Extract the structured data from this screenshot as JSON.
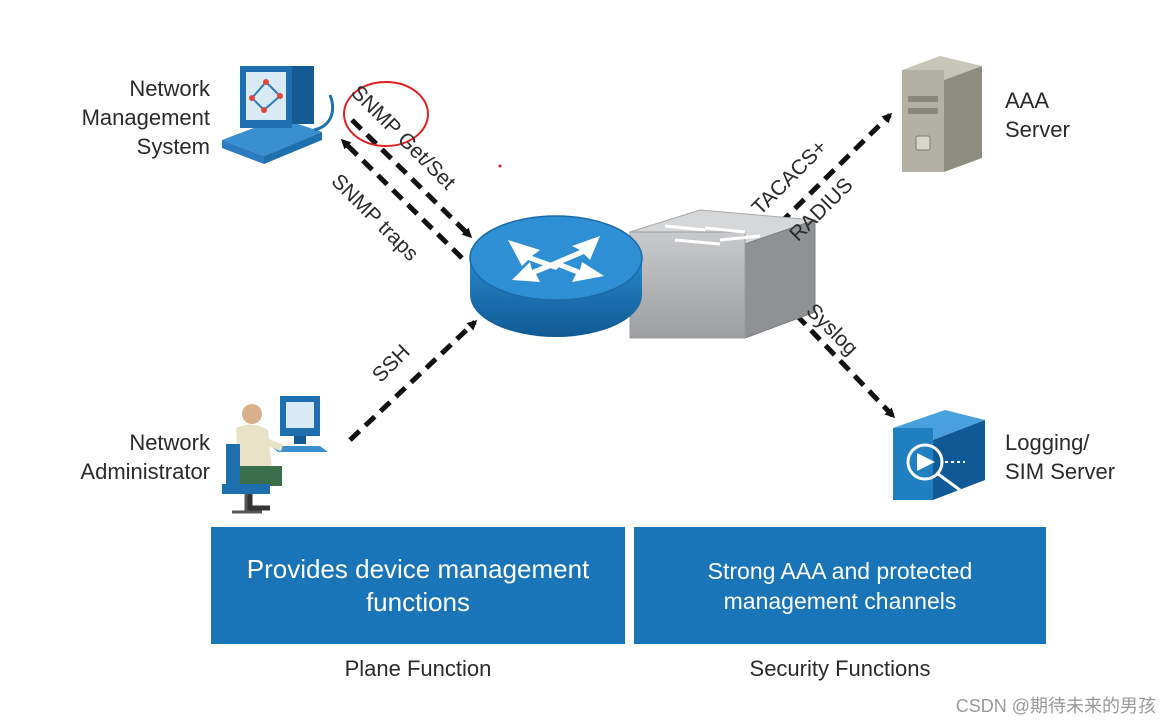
{
  "nodes": {
    "nms": [
      "Network",
      "Management",
      "System"
    ],
    "admin": [
      "Network",
      "Administrator"
    ],
    "aaa": [
      "AAA",
      "Server"
    ],
    "logging": [
      "Logging/",
      "SIM Server"
    ]
  },
  "links": {
    "snmp_get_set": "SNMP Get/Set",
    "snmp_traps": "SNMP traps",
    "ssh": "SSH",
    "tacacs": "TACACS+",
    "radius": "RADIUS",
    "syslog": "Syslog"
  },
  "boxes": {
    "left": [
      "Provides device management",
      "functions"
    ],
    "right": [
      "Strong AAA and protected",
      "management channels"
    ]
  },
  "captions": {
    "left": "Plane Function",
    "right": "Security Functions"
  },
  "watermark": "CSDN @期待未来的男孩",
  "colors": {
    "box_blue": "#1a75b8",
    "router_blue": "#1f7fc1",
    "switch_gray": "#b9bbbd",
    "annotation_red": "#e02020"
  }
}
